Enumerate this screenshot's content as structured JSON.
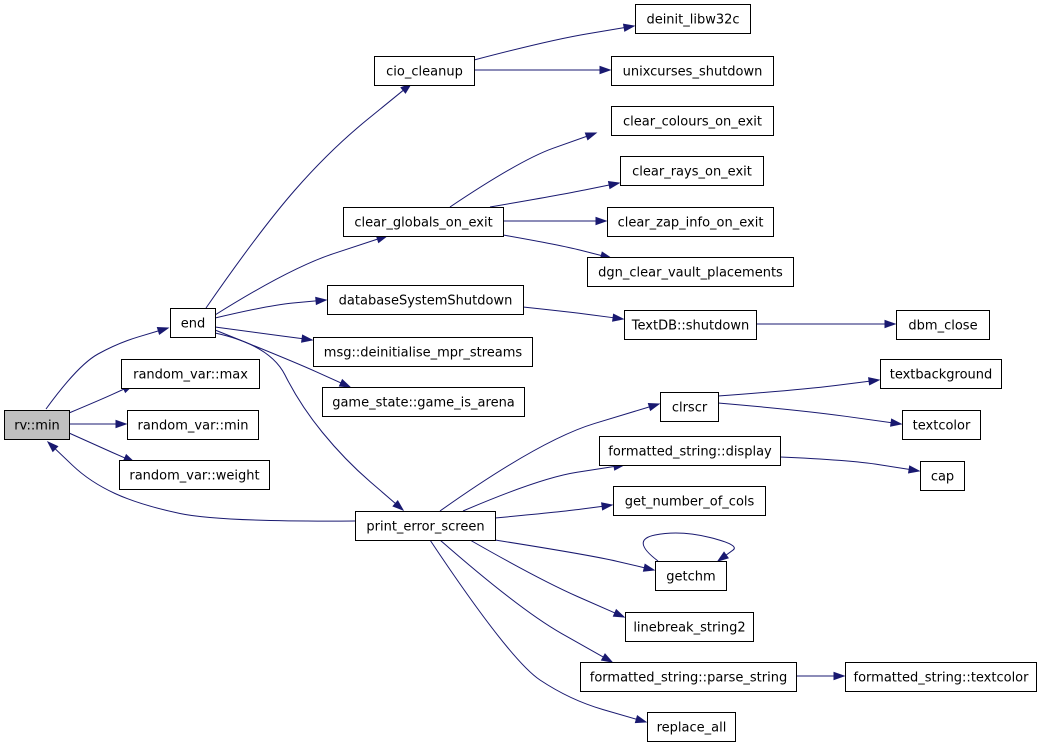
{
  "graph": {
    "root": "rv_min",
    "colors": {
      "edge": "#191970",
      "root_fill": "#bfbfbf",
      "node_fill": "#ffffff",
      "border": "#000000"
    },
    "nodes": [
      {
        "id": "rv_min",
        "label": "rv::min"
      },
      {
        "id": "end",
        "label": "end"
      },
      {
        "id": "rv_max",
        "label": "random_var::max"
      },
      {
        "id": "rv_min2",
        "label": "random_var::min"
      },
      {
        "id": "rv_weight",
        "label": "random_var::weight"
      },
      {
        "id": "cio_cleanup",
        "label": "cio_cleanup"
      },
      {
        "id": "deinit_libw32c",
        "label": "deinit_libw32c"
      },
      {
        "id": "unixcurses_shutdown",
        "label": "unixcurses_shutdown"
      },
      {
        "id": "clear_globals_on_exit",
        "label": "clear_globals_on_exit"
      },
      {
        "id": "clear_colours_on_exit",
        "label": "clear_colours_on_exit"
      },
      {
        "id": "clear_rays_on_exit",
        "label": "clear_rays_on_exit"
      },
      {
        "id": "clear_zap_info_on_exit",
        "label": "clear_zap_info_on_exit"
      },
      {
        "id": "dgn_clear_vault_placements",
        "label": "dgn_clear_vault_placements"
      },
      {
        "id": "databaseSystemShutdown",
        "label": "databaseSystemShutdown"
      },
      {
        "id": "textdb_shutdown",
        "label": "TextDB::shutdown"
      },
      {
        "id": "dbm_close",
        "label": "dbm_close"
      },
      {
        "id": "msg_deinit",
        "label": "msg::deinitialise_mpr_streams"
      },
      {
        "id": "game_is_arena",
        "label": "game_state::game_is_arena"
      },
      {
        "id": "print_error_screen",
        "label": "print_error_screen"
      },
      {
        "id": "clrscr",
        "label": "clrscr"
      },
      {
        "id": "textbackground",
        "label": "textbackground"
      },
      {
        "id": "textcolor",
        "label": "textcolor"
      },
      {
        "id": "fs_display",
        "label": "formatted_string::display"
      },
      {
        "id": "cap",
        "label": "cap"
      },
      {
        "id": "get_number_of_cols",
        "label": "get_number_of_cols"
      },
      {
        "id": "getchm",
        "label": "getchm"
      },
      {
        "id": "linebreak_string2",
        "label": "linebreak_string2"
      },
      {
        "id": "fs_parse_string",
        "label": "formatted_string::parse_string"
      },
      {
        "id": "fs_textcolor",
        "label": "formatted_string::textcolor"
      },
      {
        "id": "replace_all",
        "label": "replace_all"
      }
    ],
    "edges": [
      {
        "from": "rv_min",
        "to": "end"
      },
      {
        "from": "rv_min",
        "to": "rv_max"
      },
      {
        "from": "rv_min",
        "to": "rv_min2"
      },
      {
        "from": "rv_min",
        "to": "rv_weight"
      },
      {
        "from": "end",
        "to": "cio_cleanup"
      },
      {
        "from": "end",
        "to": "clear_globals_on_exit"
      },
      {
        "from": "end",
        "to": "databaseSystemShutdown"
      },
      {
        "from": "end",
        "to": "msg_deinit"
      },
      {
        "from": "end",
        "to": "game_is_arena"
      },
      {
        "from": "end",
        "to": "print_error_screen"
      },
      {
        "from": "cio_cleanup",
        "to": "deinit_libw32c"
      },
      {
        "from": "cio_cleanup",
        "to": "unixcurses_shutdown"
      },
      {
        "from": "clear_globals_on_exit",
        "to": "clear_colours_on_exit"
      },
      {
        "from": "clear_globals_on_exit",
        "to": "clear_rays_on_exit"
      },
      {
        "from": "clear_globals_on_exit",
        "to": "clear_zap_info_on_exit"
      },
      {
        "from": "clear_globals_on_exit",
        "to": "dgn_clear_vault_placements"
      },
      {
        "from": "databaseSystemShutdown",
        "to": "textdb_shutdown"
      },
      {
        "from": "textdb_shutdown",
        "to": "dbm_close"
      },
      {
        "from": "print_error_screen",
        "to": "rv_min"
      },
      {
        "from": "print_error_screen",
        "to": "clrscr"
      },
      {
        "from": "print_error_screen",
        "to": "fs_display"
      },
      {
        "from": "print_error_screen",
        "to": "get_number_of_cols"
      },
      {
        "from": "print_error_screen",
        "to": "getchm"
      },
      {
        "from": "print_error_screen",
        "to": "linebreak_string2"
      },
      {
        "from": "print_error_screen",
        "to": "fs_parse_string"
      },
      {
        "from": "print_error_screen",
        "to": "replace_all"
      },
      {
        "from": "clrscr",
        "to": "textbackground"
      },
      {
        "from": "clrscr",
        "to": "textcolor"
      },
      {
        "from": "fs_display",
        "to": "cap"
      },
      {
        "from": "getchm",
        "to": "getchm"
      },
      {
        "from": "fs_parse_string",
        "to": "fs_textcolor"
      }
    ]
  }
}
